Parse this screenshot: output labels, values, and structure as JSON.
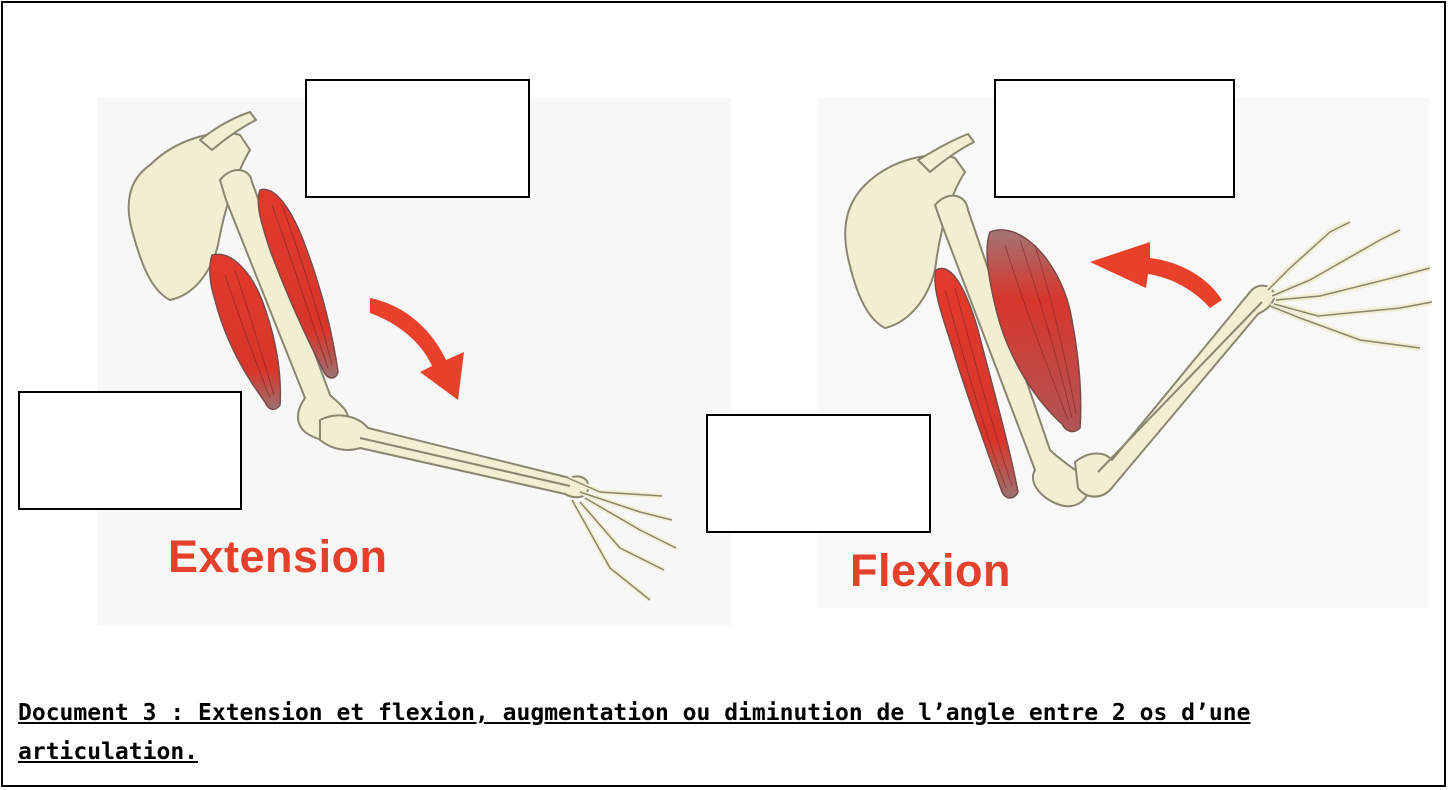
{
  "figure": {
    "left_label": "Extension",
    "right_label": "Flexion",
    "answer_boxes": [
      "",
      "",
      "",
      ""
    ]
  },
  "caption": {
    "text": "Document 3 : Extension et flexion, augmentation ou diminution de l’angle entre 2 os d’une articulation."
  },
  "colors": {
    "bone": "#f2eed2",
    "bone_outline": "#8a8670",
    "muscle": "#e4332a",
    "muscle_dark": "#9a6a6a",
    "arrow": "#e8402a",
    "label_red": "#e4402c"
  }
}
